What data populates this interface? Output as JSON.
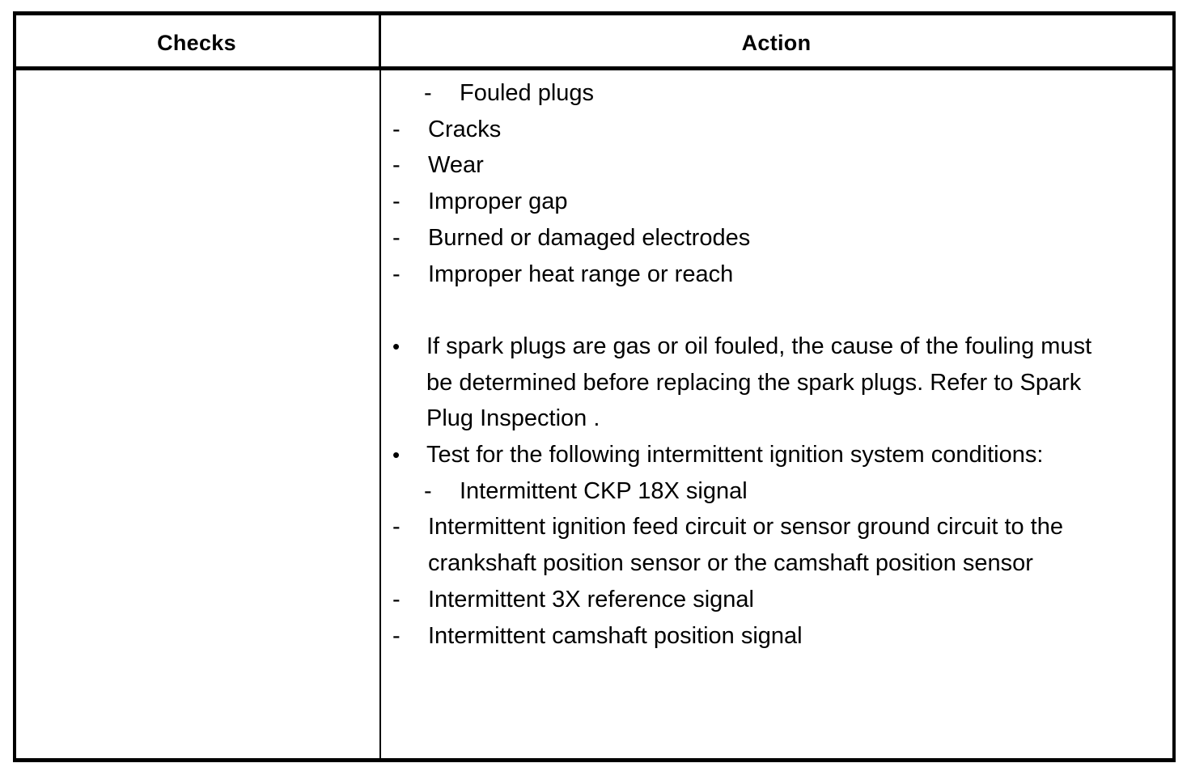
{
  "table": {
    "headers": {
      "checks": "Checks",
      "action": "Action"
    },
    "row": {
      "checks_cell": "",
      "action_cell": {
        "group_1": {
          "items": [
            {
              "marker": "-",
              "indent": "inner",
              "text": "Fouled plugs"
            },
            {
              "marker": "-",
              "indent": "outer",
              "text": "Cracks"
            },
            {
              "marker": "-",
              "indent": "outer",
              "text": "Wear"
            },
            {
              "marker": "-",
              "indent": "outer",
              "text": "Improper gap"
            },
            {
              "marker": "-",
              "indent": "outer",
              "text": "Burned or damaged electrodes"
            },
            {
              "marker": "-",
              "indent": "outer",
              "text": "Improper heat range or reach"
            }
          ]
        },
        "group_2": {
          "items": [
            {
              "marker": "•",
              "indent": "bullet",
              "text": "If spark plugs are gas or oil fouled, the cause of the fouling must be determined before replacing the spark plugs. Refer to Spark Plug Inspection ."
            },
            {
              "marker": "•",
              "indent": "bullet",
              "text": "Test for the following intermittent ignition system conditions:"
            },
            {
              "marker": "-",
              "indent": "inner",
              "text": "Intermittent CKP 18X signal"
            },
            {
              "marker": "-",
              "indent": "outer",
              "text": "Intermittent ignition feed circuit or sensor ground circuit to the crankshaft position sensor or the camshaft position sensor"
            },
            {
              "marker": "-",
              "indent": "outer",
              "text": "Intermittent 3X reference signal"
            },
            {
              "marker": "-",
              "indent": "outer",
              "text": "Intermittent camshaft position signal"
            }
          ]
        }
      }
    }
  },
  "colors": {
    "border": "#000000",
    "text": "#000000",
    "background": "#ffffff"
  }
}
